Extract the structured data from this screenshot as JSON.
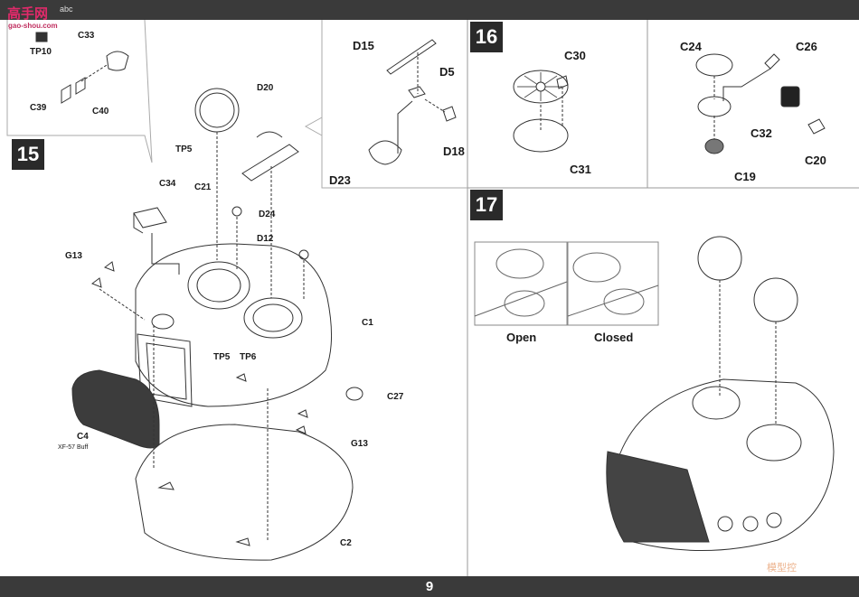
{
  "header": {
    "watermark_site": "高手网",
    "watermark_url": "gao-shou.com",
    "watermark_tag": "abc"
  },
  "footer": {
    "page_number": "9",
    "logo": "模型控"
  },
  "steps": {
    "s15": "15",
    "s16": "16",
    "s17": "17"
  },
  "step15": {
    "inset_parts": {
      "tp10": "TP10",
      "c33": "C33",
      "c39": "C39",
      "c40": "C40"
    },
    "parts": {
      "d20": "D20",
      "tp5": "TP5",
      "c34": "C34",
      "c21": "C21",
      "d24": "D24",
      "d12": "D12",
      "g13a": "G13",
      "c1": "C1",
      "tp5b": "TP5",
      "tp6": "TP6",
      "c27": "C27",
      "g13b": "G13",
      "c4": "C4",
      "c2": "C2",
      "paint": "XF-57 Buff"
    }
  },
  "step15_detail": {
    "d15": "D15",
    "d5": "D5",
    "d18": "D18",
    "d23": "D23"
  },
  "step16": {
    "left": {
      "c30": "C30",
      "c31": "C31"
    },
    "right": {
      "c24": "C24",
      "c26": "C26",
      "c32": "C32",
      "c19": "C19",
      "c20": "C20"
    }
  },
  "step17": {
    "open": "Open",
    "closed": "Closed"
  }
}
